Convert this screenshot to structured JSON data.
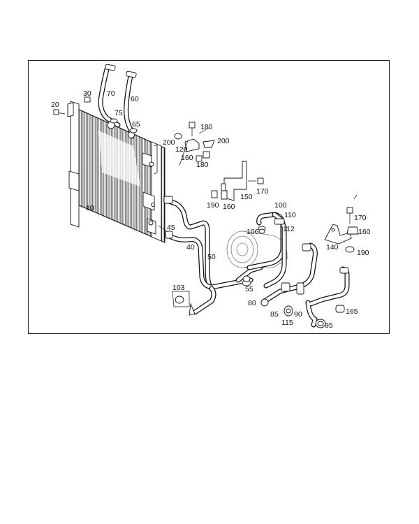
{
  "colors": {
    "line": "#111111",
    "background": "#ffffff"
  },
  "labels": [
    {
      "id": "lbl-30",
      "text": "30"
    },
    {
      "id": "lbl-20",
      "text": "20"
    },
    {
      "id": "lbl-70",
      "text": "70"
    },
    {
      "id": "lbl-60",
      "text": "60"
    },
    {
      "id": "lbl-75",
      "text": "75"
    },
    {
      "id": "lbl-65",
      "text": "65"
    },
    {
      "id": "lbl-180a",
      "text": "180"
    },
    {
      "id": "lbl-200a",
      "text": "200"
    },
    {
      "id": "lbl-120",
      "text": "120"
    },
    {
      "id": "lbl-200b",
      "text": "200"
    },
    {
      "id": "lbl-160a",
      "text": "160"
    },
    {
      "id": "lbl-180b",
      "text": "180"
    },
    {
      "id": "lbl-170a",
      "text": "170"
    },
    {
      "id": "lbl-190a",
      "text": "190"
    },
    {
      "id": "lbl-160b",
      "text": "160"
    },
    {
      "id": "lbl-150",
      "text": "150"
    },
    {
      "id": "lbl-10",
      "text": "10"
    },
    {
      "id": "lbl-100",
      "text": "100"
    },
    {
      "id": "lbl-110",
      "text": "110"
    },
    {
      "id": "lbl-106",
      "text": "106"
    },
    {
      "id": "lbl-112",
      "text": "112"
    },
    {
      "id": "lbl-170b",
      "text": "170"
    },
    {
      "id": "lbl-160c",
      "text": "160"
    },
    {
      "id": "lbl-45",
      "text": "45"
    },
    {
      "id": "lbl-40",
      "text": "40"
    },
    {
      "id": "lbl-50",
      "text": "50"
    },
    {
      "id": "lbl-140",
      "text": "140"
    },
    {
      "id": "lbl-190b",
      "text": "190"
    },
    {
      "id": "lbl-103",
      "text": "103"
    },
    {
      "id": "lbl-55",
      "text": "55"
    },
    {
      "id": "lbl-80",
      "text": "80"
    },
    {
      "id": "lbl-85",
      "text": "85"
    },
    {
      "id": "lbl-90",
      "text": "90"
    },
    {
      "id": "lbl-115",
      "text": "115"
    },
    {
      "id": "lbl-165",
      "text": "165"
    },
    {
      "id": "lbl-95",
      "text": "95"
    }
  ]
}
